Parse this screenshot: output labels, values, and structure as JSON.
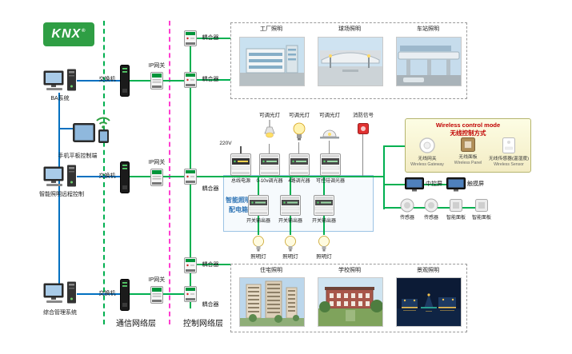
{
  "logo": {
    "text": "KNX",
    "registered": "®"
  },
  "workstations": [
    {
      "label": "BA系统"
    },
    {
      "label": "手机平板控制端"
    },
    {
      "label": "智能照明远程控制"
    },
    {
      "label": "综合管理系统"
    }
  ],
  "layers": {
    "communication": "通信网络层",
    "control": "控制网络层"
  },
  "network": {
    "switches": [
      {
        "label": "交换机"
      },
      {
        "label": "交换机"
      },
      {
        "label": "交换机"
      }
    ],
    "gateways": [
      {
        "label": "IP网关"
      },
      {
        "label": "IP网关"
      },
      {
        "label": "IP网关"
      }
    ],
    "couplers": [
      {
        "label": "耦合器"
      },
      {
        "label": "耦合器"
      },
      {
        "label": "耦合器"
      },
      {
        "label": "耦合器"
      },
      {
        "label": "耦合器"
      }
    ]
  },
  "scenes_top": [
    {
      "label": "工厂照明"
    },
    {
      "label": "球场照明"
    },
    {
      "label": "车站照明"
    }
  ],
  "scenes_bottom": [
    {
      "label": "住宅照明"
    },
    {
      "label": "学校照明"
    },
    {
      "label": "景观照明"
    }
  ],
  "distribution": {
    "title_line1": "智能照明",
    "title_line2": "配电箱",
    "power_label": "220V",
    "top_modules": [
      {
        "label": "总线电源"
      },
      {
        "label": "0-10v调光器"
      },
      {
        "label": "4路调光器"
      },
      {
        "label": "可控硅调光器"
      }
    ],
    "fixtures": [
      {
        "label": "可调光灯"
      },
      {
        "label": "可调光灯"
      },
      {
        "label": "可调光灯"
      },
      {
        "label": "消防信号"
      }
    ],
    "bottom_modules": [
      {
        "label": "开关输出器"
      },
      {
        "label": "开关输出器"
      },
      {
        "label": "开关输出器"
      }
    ],
    "bulbs": [
      {
        "label": "照明灯"
      },
      {
        "label": "照明灯"
      },
      {
        "label": "照明灯"
      }
    ]
  },
  "wireless": {
    "title_en": "Wireless control mode",
    "title_cn": "无线控制方式",
    "items": [
      {
        "cn": "无线网关",
        "en": "Wireless Gateway"
      },
      {
        "cn": "无线面板",
        "en": "Wireless Panel"
      },
      {
        "cn": "无线传感器(温湿度)",
        "en": "Wireless Sensor"
      }
    ]
  },
  "right_devices": {
    "screens": [
      {
        "label": "中控屏"
      },
      {
        "label": "触摸屏"
      }
    ],
    "endpoints": [
      {
        "label": "传感器"
      },
      {
        "label": "传感器"
      },
      {
        "label": "智能面板"
      },
      {
        "label": "智能面板"
      }
    ]
  },
  "colors": {
    "bus_green": "#00b050",
    "lan_blue": "#0070c0",
    "layer_pink": "#ff3dd0",
    "knx_green": "#2f9e44",
    "accent_red": "#cc0000"
  }
}
